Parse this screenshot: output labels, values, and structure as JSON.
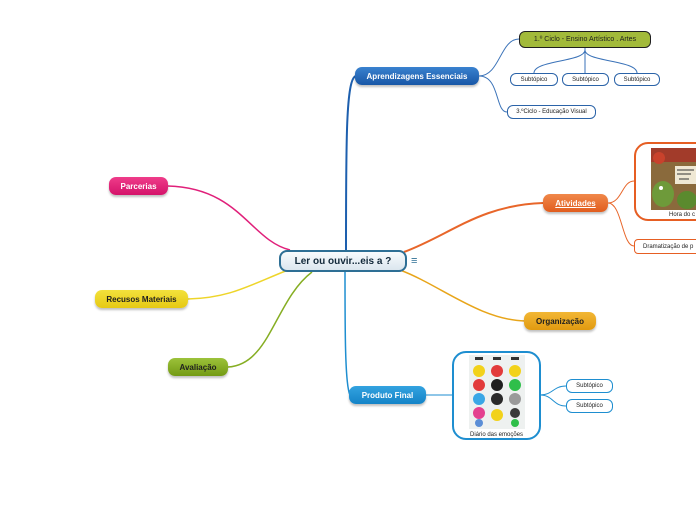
{
  "central": {
    "label": "Ler ou ouvir...eis a ?",
    "menu_icon": "list-icon"
  },
  "branches": {
    "aprendizagens": {
      "label": "Aprendizagens Essenciais",
      "ciclo1": "1.º Ciclo - Ensino Artístico . Artes",
      "subtopics": [
        "Subtópico",
        "Subtópico",
        "Subtópico"
      ],
      "ciclo3": "3.ºCiclo - Educação Visual"
    },
    "atividades": {
      "label": "Atividades",
      "image_caption": "Hora do c",
      "dramatizacao": "Dramatização de p"
    },
    "organizacao": {
      "label": "Organização"
    },
    "produto_final": {
      "label": "Produto Final",
      "image_caption": "Diário das emoções",
      "subtopics": [
        "Subtópico",
        "Subtópico"
      ]
    },
    "parcerias": {
      "label": "Parcerias"
    },
    "recursos": {
      "label": "Recusos Materiais"
    },
    "avaliacao": {
      "label": "Avaliação"
    }
  },
  "colors": {
    "blue": "#1d5fae",
    "orange": "#e8662a",
    "gold": "#e8a51a",
    "sky": "#1e8ed0",
    "pink": "#e0207a",
    "yellow": "#eed52a",
    "green": "#86ae23",
    "olive": "#a2ba3a"
  }
}
